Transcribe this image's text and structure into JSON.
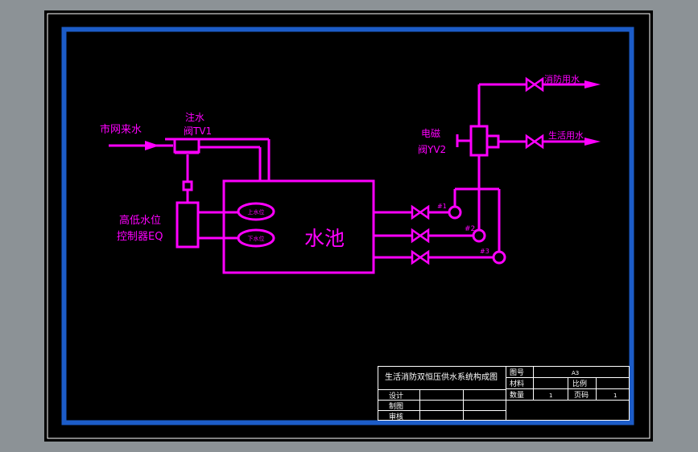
{
  "colors": {
    "background": "#8c9296",
    "sheet": "#000000",
    "border_blue": "#1c5cc8",
    "pipe": "#ff00ff",
    "frame": "#ffffff"
  },
  "labels": {
    "city_water": "市网来水",
    "inlet_valve_line1": "注水",
    "inlet_valve_line2": "阀TV1",
    "level_ctrl_line1": "高低水位",
    "level_ctrl_line2": "控制器EQ",
    "tank": "水池",
    "upper_level": "上水位",
    "lower_level": "下水位",
    "solenoid_line1": "电磁",
    "solenoid_line2": "阀YV2",
    "fire_water": "消防用水",
    "domestic_water": "生活用水",
    "pump1": "#1",
    "pump2": "#2",
    "pump3": "#3"
  },
  "title_block": {
    "title": "生活消防双恒压供水系统构成图",
    "drawing_no_label": "图号",
    "drawing_no_value": "A3",
    "material_label": "材料",
    "scale_label": "比例",
    "quantity_label": "数量",
    "quantity_value": "1",
    "sheet_label": "页码",
    "sheet_value": "1",
    "design_label": "设计",
    "drawn_label": "制图",
    "review_label": "审核"
  }
}
